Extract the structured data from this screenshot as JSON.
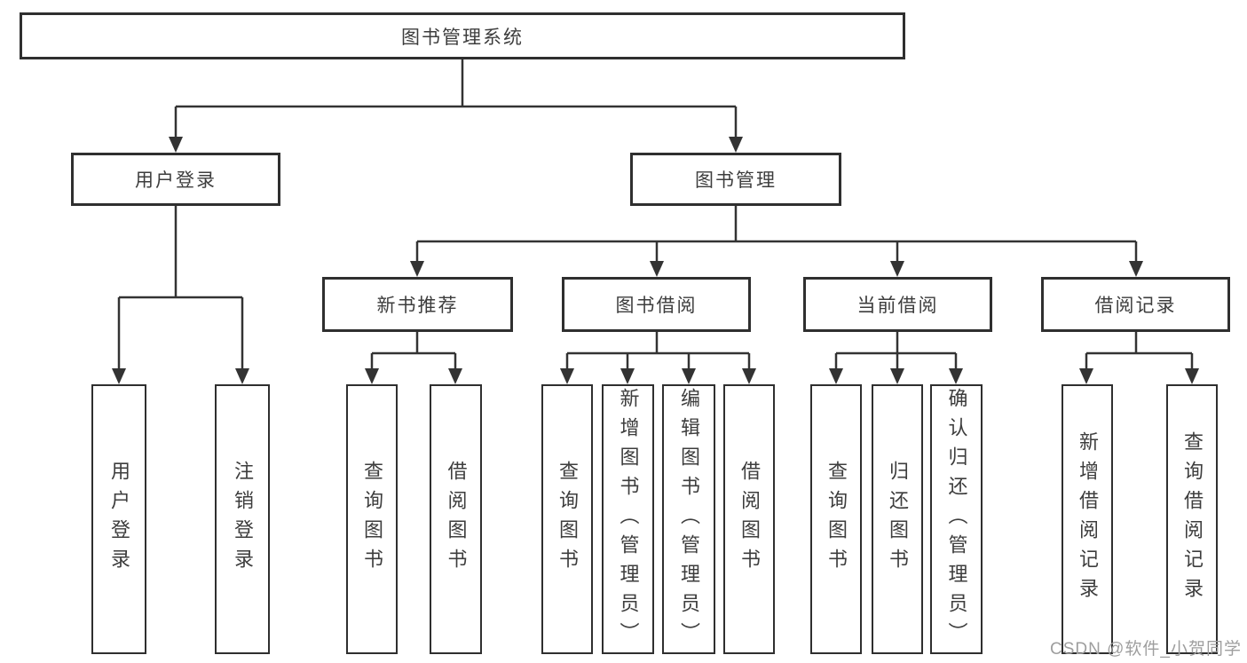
{
  "diagram": {
    "root_label": "图书管理系统",
    "user_login_label": "用户登录",
    "book_management_label": "图书管理",
    "new_book_label": "新书推荐",
    "book_borrow_label": "图书借阅",
    "current_borrow_label": "当前借阅",
    "borrow_records_label": "借阅记录",
    "user_login_children": [
      "用户登录",
      "注销登录"
    ],
    "new_book_children": [
      "查询图书",
      "借阅图书"
    ],
    "book_borrow_children": [
      "查询图书",
      "新增图书（管理员）",
      "编辑图书（管理员）",
      "借阅图书"
    ],
    "current_borrow_children": [
      "查询图书",
      "归还图书",
      "确认归还（管理员）"
    ],
    "borrow_records_children": [
      "新增借阅记录",
      "查询借阅记录"
    ]
  },
  "watermark": {
    "text": "CSDN @软件_小贺同学"
  },
  "colors": {
    "line": "#333333",
    "border": "#2f2f2f",
    "text": "#3d3d3d",
    "watermark_text": "#9e9e9e",
    "background": "#ffffff"
  }
}
